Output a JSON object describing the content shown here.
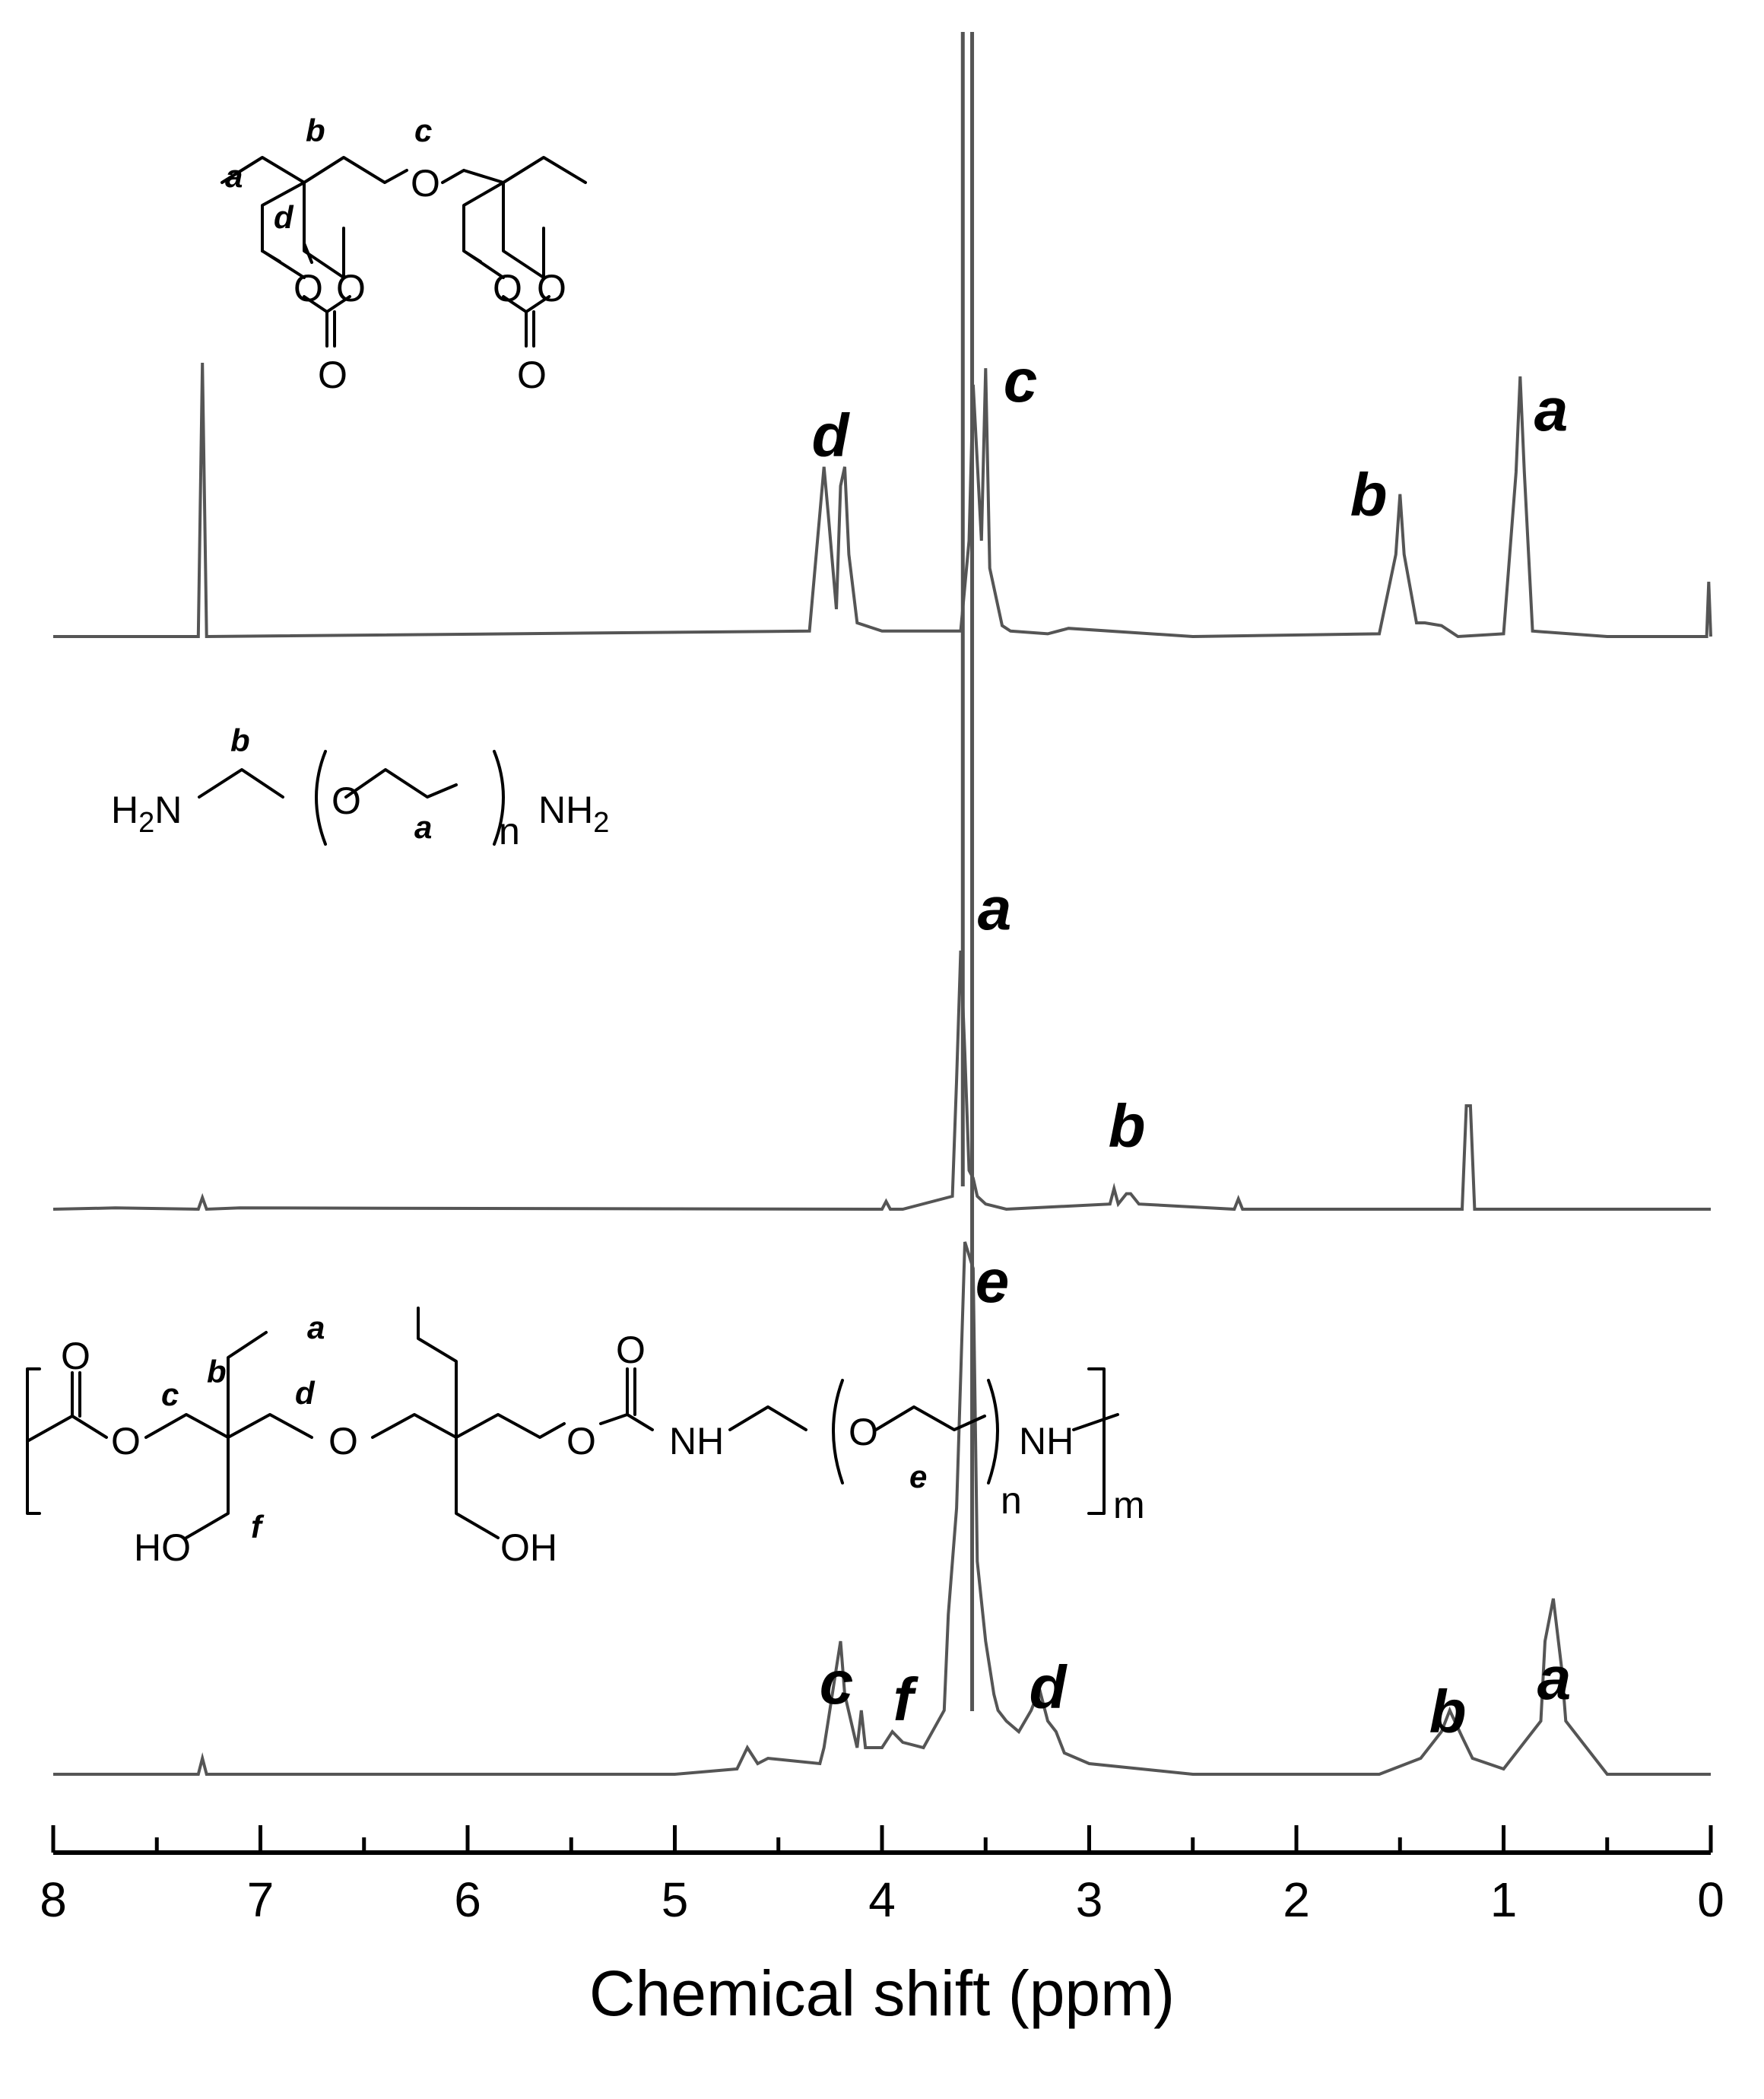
{
  "chart_data": {
    "type": "line",
    "title": "",
    "xlabel": "Chemical shift (ppm)",
    "ylabel": "",
    "xlim": [
      8,
      0
    ],
    "x_ticks": [
      "8",
      "7",
      "6",
      "5",
      "4",
      "3",
      "2",
      "1",
      "0"
    ],
    "x_reversed": true,
    "grid": false,
    "line_color": "#555555",
    "series": [
      {
        "x": [
          8.0,
          7.3,
          7.28,
          7.26,
          4.35,
          4.3,
          4.28,
          4.26,
          4.22,
          4.2,
          4.18,
          4.16,
          4.12,
          4.0,
          3.62,
          3.58,
          3.56,
          3.52,
          3.5,
          3.48,
          3.42,
          3.38,
          3.2,
          3.1,
          2.5,
          1.6,
          1.52,
          1.5,
          1.48,
          1.42,
          1.38,
          1.3,
          1.22,
          1.0,
          0.94,
          0.92,
          0.9,
          0.86,
          0.5,
          0.02,
          0.01,
          0.0
        ],
        "y": [
          0.0,
          0.0,
          1.0,
          0.0,
          0.02,
          0.45,
          0.62,
          0.45,
          0.1,
          0.55,
          0.62,
          0.3,
          0.05,
          0.02,
          0.02,
          0.35,
          0.92,
          0.35,
          0.98,
          0.25,
          0.04,
          0.02,
          0.01,
          0.03,
          0.0,
          0.01,
          0.3,
          0.52,
          0.3,
          0.05,
          0.05,
          0.04,
          0.0,
          0.01,
          0.6,
          0.95,
          0.6,
          0.02,
          0.0,
          0.0,
          0.2,
          0.0
        ]
      },
      {
        "x": [
          8.0,
          7.7,
          7.3,
          7.28,
          7.26,
          7.1,
          4.0,
          3.98,
          3.96,
          3.9,
          3.66,
          3.64,
          3.62,
          3.6,
          3.58,
          3.56,
          3.54,
          3.5,
          3.4,
          2.9,
          2.88,
          2.86,
          2.82,
          2.8,
          2.76,
          2.3,
          2.28,
          2.26,
          1.2,
          1.18,
          1.16,
          1.14,
          1.1,
          0.0
        ],
        "y": [
          0.0,
          0.005,
          0.0,
          0.045,
          0.0,
          0.005,
          0.0,
          0.03,
          0.0,
          0.0,
          0.05,
          0.5,
          1.0,
          0.6,
          0.15,
          0.12,
          0.05,
          0.02,
          0.0,
          0.02,
          0.08,
          0.02,
          0.06,
          0.06,
          0.02,
          0.0,
          0.04,
          0.0,
          0.0,
          0.4,
          0.4,
          0.0,
          0.0,
          0.0
        ],
        "note_peak_at_3.6_clipped": true
      },
      {
        "x": [
          8.0,
          7.3,
          7.28,
          7.26,
          5.0,
          4.7,
          4.65,
          4.6,
          4.55,
          4.3,
          4.28,
          4.26,
          4.22,
          4.2,
          4.18,
          4.12,
          4.1,
          4.08,
          4.0,
          3.95,
          3.9,
          3.8,
          3.7,
          3.68,
          3.64,
          3.6,
          3.56,
          3.54,
          3.5,
          3.46,
          3.44,
          3.4,
          3.34,
          3.28,
          3.24,
          3.2,
          3.16,
          3.12,
          3.0,
          2.5,
          1.6,
          1.4,
          1.3,
          1.26,
          1.2,
          1.15,
          1.0,
          0.82,
          0.8,
          0.76,
          0.72,
          0.7,
          0.5,
          0.0
        ],
        "y": [
          0.0,
          0.0,
          0.03,
          0.0,
          0.0,
          0.01,
          0.05,
          0.02,
          0.03,
          0.02,
          0.05,
          0.1,
          0.2,
          0.25,
          0.15,
          0.05,
          0.12,
          0.05,
          0.05,
          0.08,
          0.06,
          0.05,
          0.12,
          0.3,
          0.5,
          1.0,
          0.95,
          0.4,
          0.25,
          0.15,
          0.12,
          0.1,
          0.08,
          0.12,
          0.16,
          0.1,
          0.08,
          0.04,
          0.02,
          0.0,
          0.0,
          0.03,
          0.08,
          0.12,
          0.07,
          0.03,
          0.01,
          0.1,
          0.25,
          0.33,
          0.2,
          0.1,
          0.0,
          0.0
        ],
        "note_peak_at_3.56_clipped": true
      }
    ],
    "peak_labels": [
      {
        "spectrum": 1,
        "text": "d"
      },
      {
        "spectrum": 1,
        "text": "c"
      },
      {
        "spectrum": 1,
        "text": "b"
      },
      {
        "spectrum": 1,
        "text": "a"
      },
      {
        "spectrum": 2,
        "text": "a"
      },
      {
        "spectrum": 2,
        "text": "b"
      },
      {
        "spectrum": 3,
        "text": "e"
      },
      {
        "spectrum": 3,
        "text": "c"
      },
      {
        "spectrum": 3,
        "text": "f"
      },
      {
        "spectrum": 3,
        "text": "d"
      },
      {
        "spectrum": 3,
        "text": "b"
      },
      {
        "spectrum": 3,
        "text": "a"
      }
    ]
  },
  "structures": {
    "monomer": {
      "tags": [
        "a",
        "b",
        "c",
        "d"
      ],
      "atoms": [
        "O",
        "O",
        "O",
        "O",
        "O",
        "O",
        "O"
      ]
    },
    "peg_diamine": {
      "tags": [
        "a",
        "b"
      ],
      "h2n_main": "H",
      "h2n_sub": "2",
      "h2n_tail": "N",
      "o_atom": "O",
      "n_sub": "n",
      "nh2_main": "NH",
      "nh2_sub": "2"
    },
    "polymer": {
      "tags": [
        "a",
        "b",
        "c",
        "d",
        "e",
        "f"
      ],
      "o_atom": "O",
      "nh": "NH",
      "ho": "HO",
      "oh": "OH",
      "n_sub": "n",
      "m_sub": "m"
    }
  }
}
